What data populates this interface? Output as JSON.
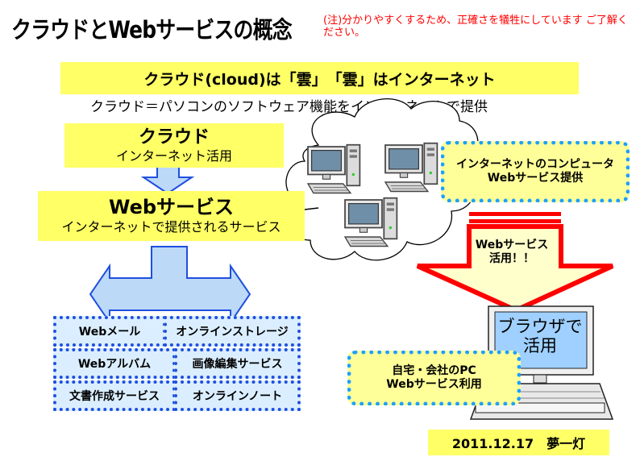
{
  "title": "クラウドとWebサービスの概念",
  "note": "(注)分かりやすくするため、正確さを犠牲にしています ご了解ください。",
  "banner": "クラウド(cloud)は「雲」　「雲」はインターネット",
  "subtitle": "クラウド＝パソコンのソフトウェア機能をインターネットで提供",
  "cloud_box": {
    "heading": "クラウド",
    "sub": "インターネット活用"
  },
  "web_box": {
    "heading": "Webサービス",
    "sub": "インターネットで提供されるサービス"
  },
  "services": [
    "Webメール",
    "オンラインストレージ",
    "Webアルバム",
    "画像編集サービス",
    "文書作成サービス",
    "オンラインノート"
  ],
  "internet_box": {
    "line1": "インターネットのコンピュータ",
    "line2": "Webサービス提供"
  },
  "arrow_label": {
    "line1": "Webサービス",
    "line2": "活用！！"
  },
  "browser": {
    "line1": "ブラウザで",
    "line2": "活用"
  },
  "pc_box": {
    "line1": "自宅・会社のPC",
    "line2": "Webサービス利用"
  },
  "date": "2011.12.17　夢一灯",
  "colors": {
    "yellow": "#ffff66",
    "service_fill": "#dbeeff",
    "service_border": "#1f4fe0",
    "arrow_blue": "#bcd9f7",
    "arrow_red": "#ff0000",
    "dotted_blue": "#1ea0ff"
  }
}
